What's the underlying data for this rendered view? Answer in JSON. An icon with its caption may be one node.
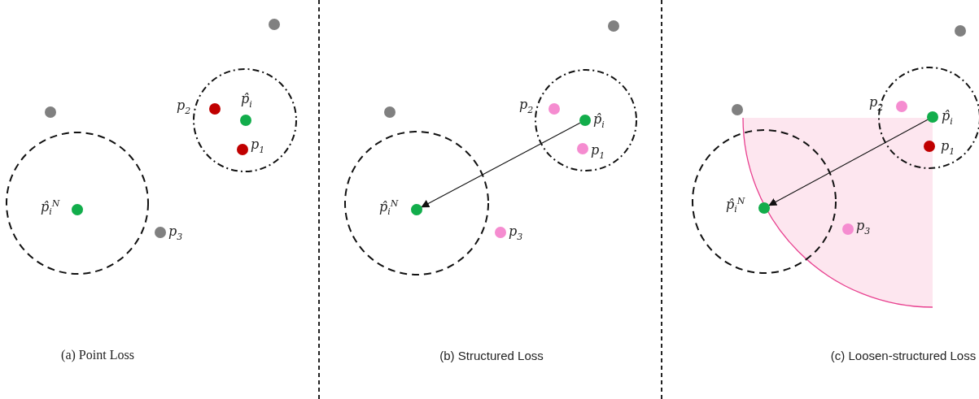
{
  "diagram": {
    "nodes": [
      {
        "text": [],
        "shape": "circle",
        "beside": [
          "p̂$_{i}$"
        ]
      },
      {
        "text": [],
        "shape": "circle",
        "beside": [
          "p̂$_{i}$$^{N}$"
        ]
      },
      {
        "text": [],
        "shape": "circle",
        "beside": [
          "p̂$_{i}$"
        ]
      },
      {
        "text": [],
        "shape": "circle",
        "beside": [
          "p̂$_{i}$$^{N}$"
        ]
      },
      {
        "text": [],
        "shape": "circle",
        "beside": [
          "p̂$_{i}$"
        ]
      },
      {
        "text": [],
        "shape": "circle",
        "beside": [
          "p̂$_{i}$$^{N}$"
        ]
      }
    ],
    "edges": [
      {
        "from": 2,
        "to": 3,
        "arrow": "to"
      },
      {
        "from": 4,
        "to": 5,
        "arrow": "to"
      }
    ],
    "labels": [
      "p$_{2}$",
      "p$_{1}$",
      "p$_{3}$",
      "(a) Point Loss",
      "p$_{2}$",
      "p$_{1}$",
      "p$_{3}$",
      "(b) Structured Loss",
      "p$_{2}$",
      "p$_{1}$",
      "p$_{3}$",
      "(c) Loosen-structured Loss"
    ]
  }
}
